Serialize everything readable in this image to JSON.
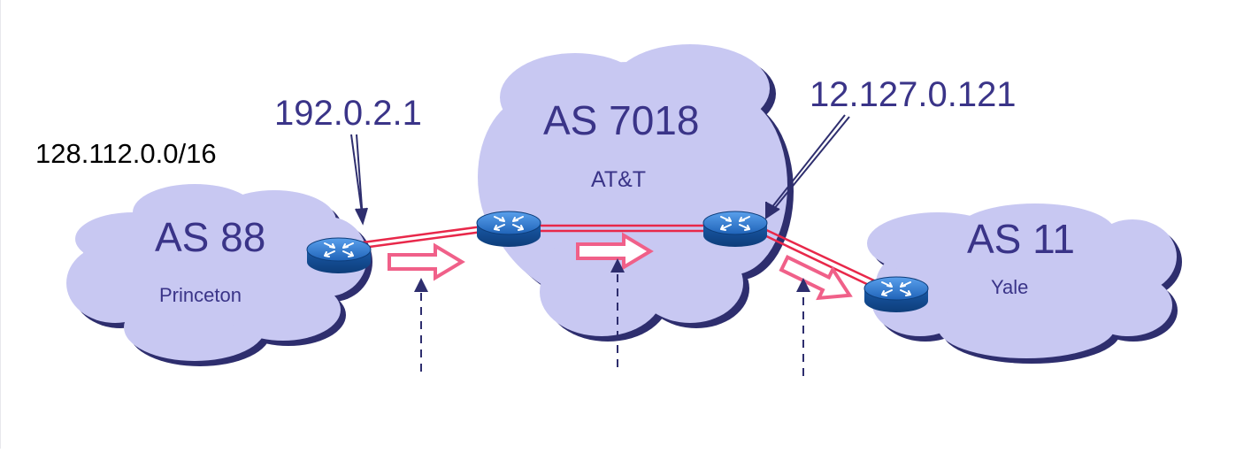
{
  "prefix_label": "128.112.0.0/16",
  "clouds": [
    {
      "as_label": "AS 88",
      "org": "Princeton"
    },
    {
      "as_label": "AS 7018",
      "org": "AT&T"
    },
    {
      "as_label": "AS 11",
      "org": "Yale"
    }
  ],
  "ip_labels": {
    "princeton_router": "192.0.2.1",
    "att_router": "12.127.0.121"
  },
  "colors": {
    "cloud_fill": "#c8c8f2",
    "cloud_shadow": "#2e2e6e",
    "label": "#3a3488",
    "link": "#e8284a",
    "flow_arrow": "#f06089",
    "router": "#1f63b8"
  }
}
